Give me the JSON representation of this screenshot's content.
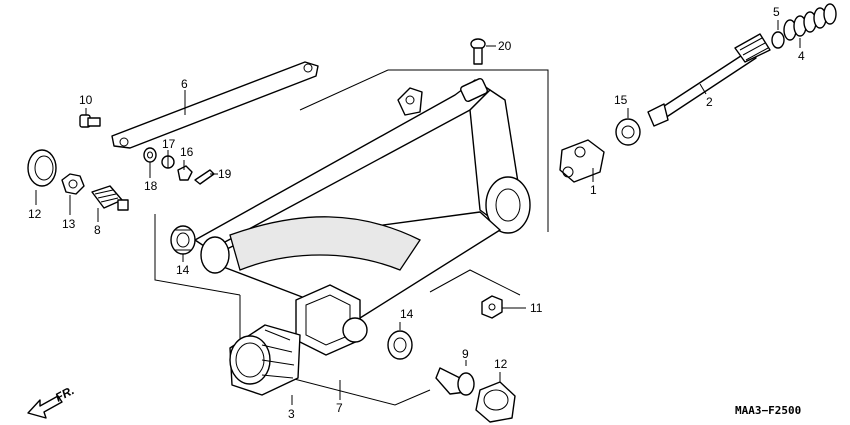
{
  "diagram": {
    "drawing_code": "MAA3−F2500",
    "direction_label": "FR.",
    "callouts": [
      {
        "id": "c1",
        "text": "1"
      },
      {
        "id": "c2",
        "text": "2"
      },
      {
        "id": "c3",
        "text": "3"
      },
      {
        "id": "c4",
        "text": "4"
      },
      {
        "id": "c5",
        "text": "5"
      },
      {
        "id": "c6",
        "text": "6"
      },
      {
        "id": "c7",
        "text": "7"
      },
      {
        "id": "c8",
        "text": "8"
      },
      {
        "id": "c9",
        "text": "9"
      },
      {
        "id": "c10",
        "text": "10"
      },
      {
        "id": "c11",
        "text": "11"
      },
      {
        "id": "c12a",
        "text": "12"
      },
      {
        "id": "c12b",
        "text": "12"
      },
      {
        "id": "c13",
        "text": "13"
      },
      {
        "id": "c14a",
        "text": "14"
      },
      {
        "id": "c14b",
        "text": "14"
      },
      {
        "id": "c15",
        "text": "15"
      },
      {
        "id": "c16",
        "text": "16"
      },
      {
        "id": "c17",
        "text": "17"
      },
      {
        "id": "c18",
        "text": "18"
      },
      {
        "id": "c19",
        "text": "19"
      },
      {
        "id": "c20",
        "text": "20"
      }
    ]
  }
}
